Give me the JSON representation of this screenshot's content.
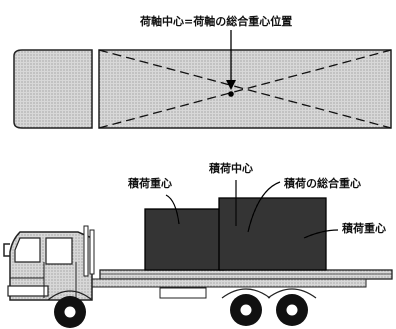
{
  "top_view": {
    "label": "荷軸中心=荷軸の総合重心位置"
  },
  "side_view": {
    "labels": {
      "left_load": "積荷重心",
      "center": "積荷中心",
      "combined": "積荷の総合重心",
      "right_load": "積荷重心"
    }
  }
}
